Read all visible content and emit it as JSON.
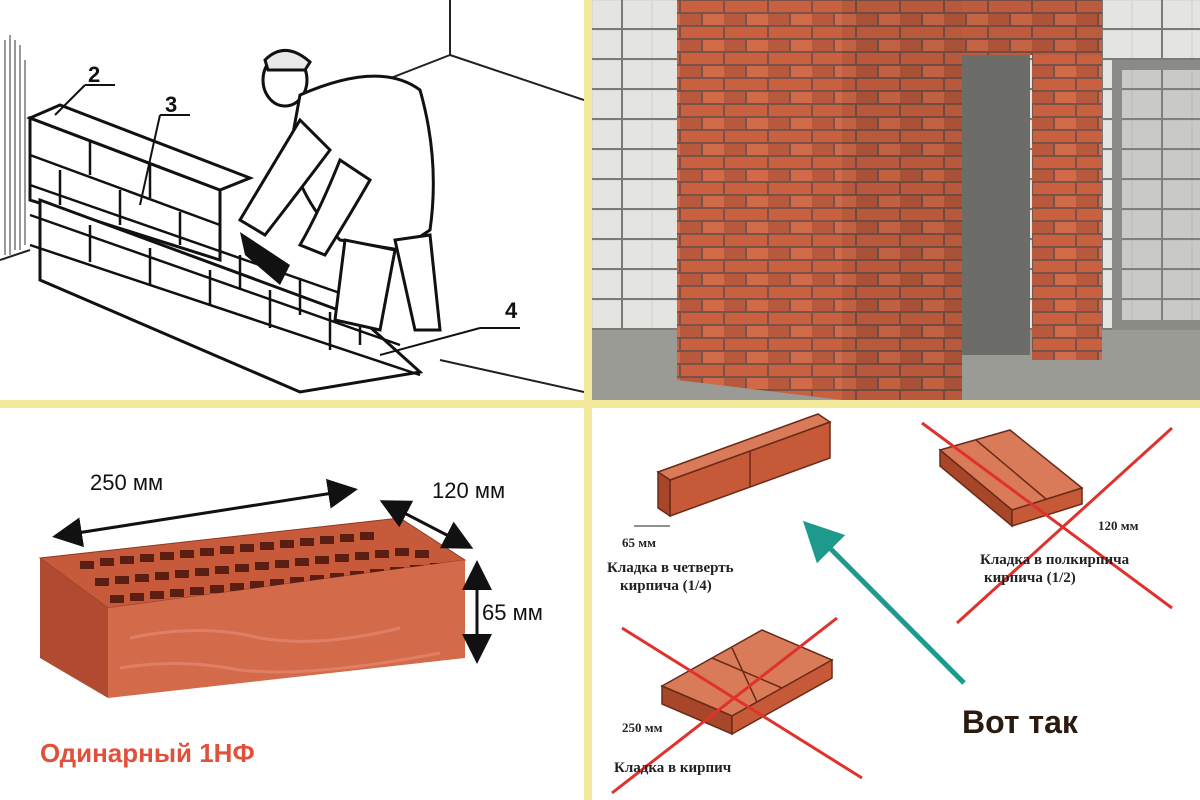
{
  "sketch": {
    "callouts": [
      "2",
      "3",
      "4"
    ]
  },
  "brick": {
    "length_label": "250 мм",
    "width_label": "120 мм",
    "height_label": "65 мм",
    "type_label": "Одинарный 1НФ"
  },
  "masonry": {
    "quarter": {
      "size": "65 мм",
      "caption_line1": "Кладка в четверть",
      "caption_line2": "кирпича (1/4)",
      "status": "correct"
    },
    "half": {
      "size": "120 мм",
      "caption_line1": "Кладка в полкирпича",
      "caption_line2": "кирпича (1/2)",
      "status": "crossed"
    },
    "full": {
      "size": "250 мм",
      "caption": "Кладка в кирпич",
      "status": "crossed"
    },
    "highlight": "Вот так"
  },
  "colors": {
    "divider": "#f3e99a",
    "brick": "#c65a38",
    "cross": "#e0322d",
    "arrow": "#1e9a8c",
    "highlight_text": "#2a1a10"
  }
}
